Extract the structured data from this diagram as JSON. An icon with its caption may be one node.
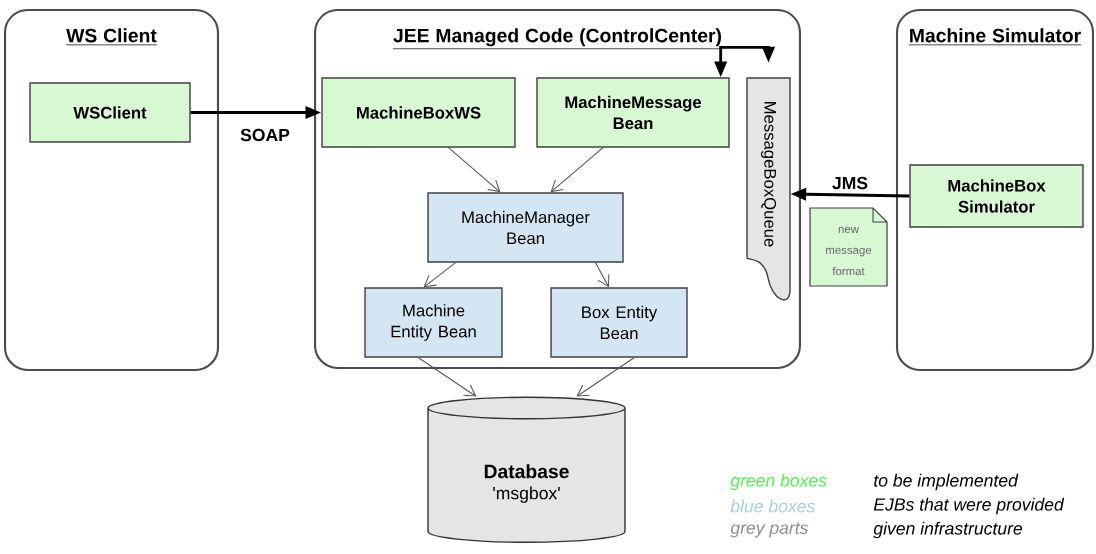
{
  "diagram": {
    "nodes": [
      {
        "text": [
          "WS Client"
        ]
      },
      {
        "text": [
          "WSClient"
        ],
        "in": 0
      },
      {
        "text": [
          "JEE Managed Code (ControlCenter)"
        ]
      },
      {
        "text": [
          "MachineBoxWS"
        ],
        "in": 2
      },
      {
        "text": [
          "MachineMessage Bean"
        ],
        "in": 2
      },
      {
        "text": [
          "MessageBoxQueue"
        ],
        "in": 2
      },
      {
        "text": [
          "MachineManager Bean"
        ],
        "in": 2
      },
      {
        "text": [
          "Machine Entity Bean"
        ],
        "in": 2
      },
      {
        "text": [
          "Box Entity Bean"
        ],
        "in": 2
      },
      {
        "text": [
          "Machine Simulator"
        ]
      },
      {
        "text": [
          "MachineBox Simulator"
        ],
        "in": 9
      },
      {
        "text": [
          "new message format"
        ]
      },
      {
        "text": [
          "Database",
          "'msgbox'"
        ]
      }
    ],
    "edges": [
      {
        "from": 1,
        "to": 3,
        "arrow": "to",
        "label": "SOAP",
        "style": "thick",
        "color": "#000000"
      },
      {
        "from": 3,
        "to": 6,
        "arrow": "to"
      },
      {
        "from": 4,
        "to": 6,
        "arrow": "to"
      },
      {
        "from": 6,
        "to": 7,
        "arrow": "to"
      },
      {
        "from": 6,
        "to": 8,
        "arrow": "to"
      },
      {
        "from": 7,
        "to": 12,
        "arrow": "to"
      },
      {
        "from": 8,
        "to": 12,
        "arrow": "to"
      },
      {
        "from": 10,
        "to": 5,
        "arrow": "to",
        "label": "JMS",
        "style": "thick",
        "color": "#000000"
      },
      {
        "from": 4,
        "to": 5,
        "arrow": "both",
        "style": "thick",
        "color": "#000000"
      }
    ],
    "labels": [
      "green boxes",
      "to be implemented",
      "blue boxes",
      "EJBs that were provided",
      "grey parts",
      "given infrastructure"
    ]
  }
}
